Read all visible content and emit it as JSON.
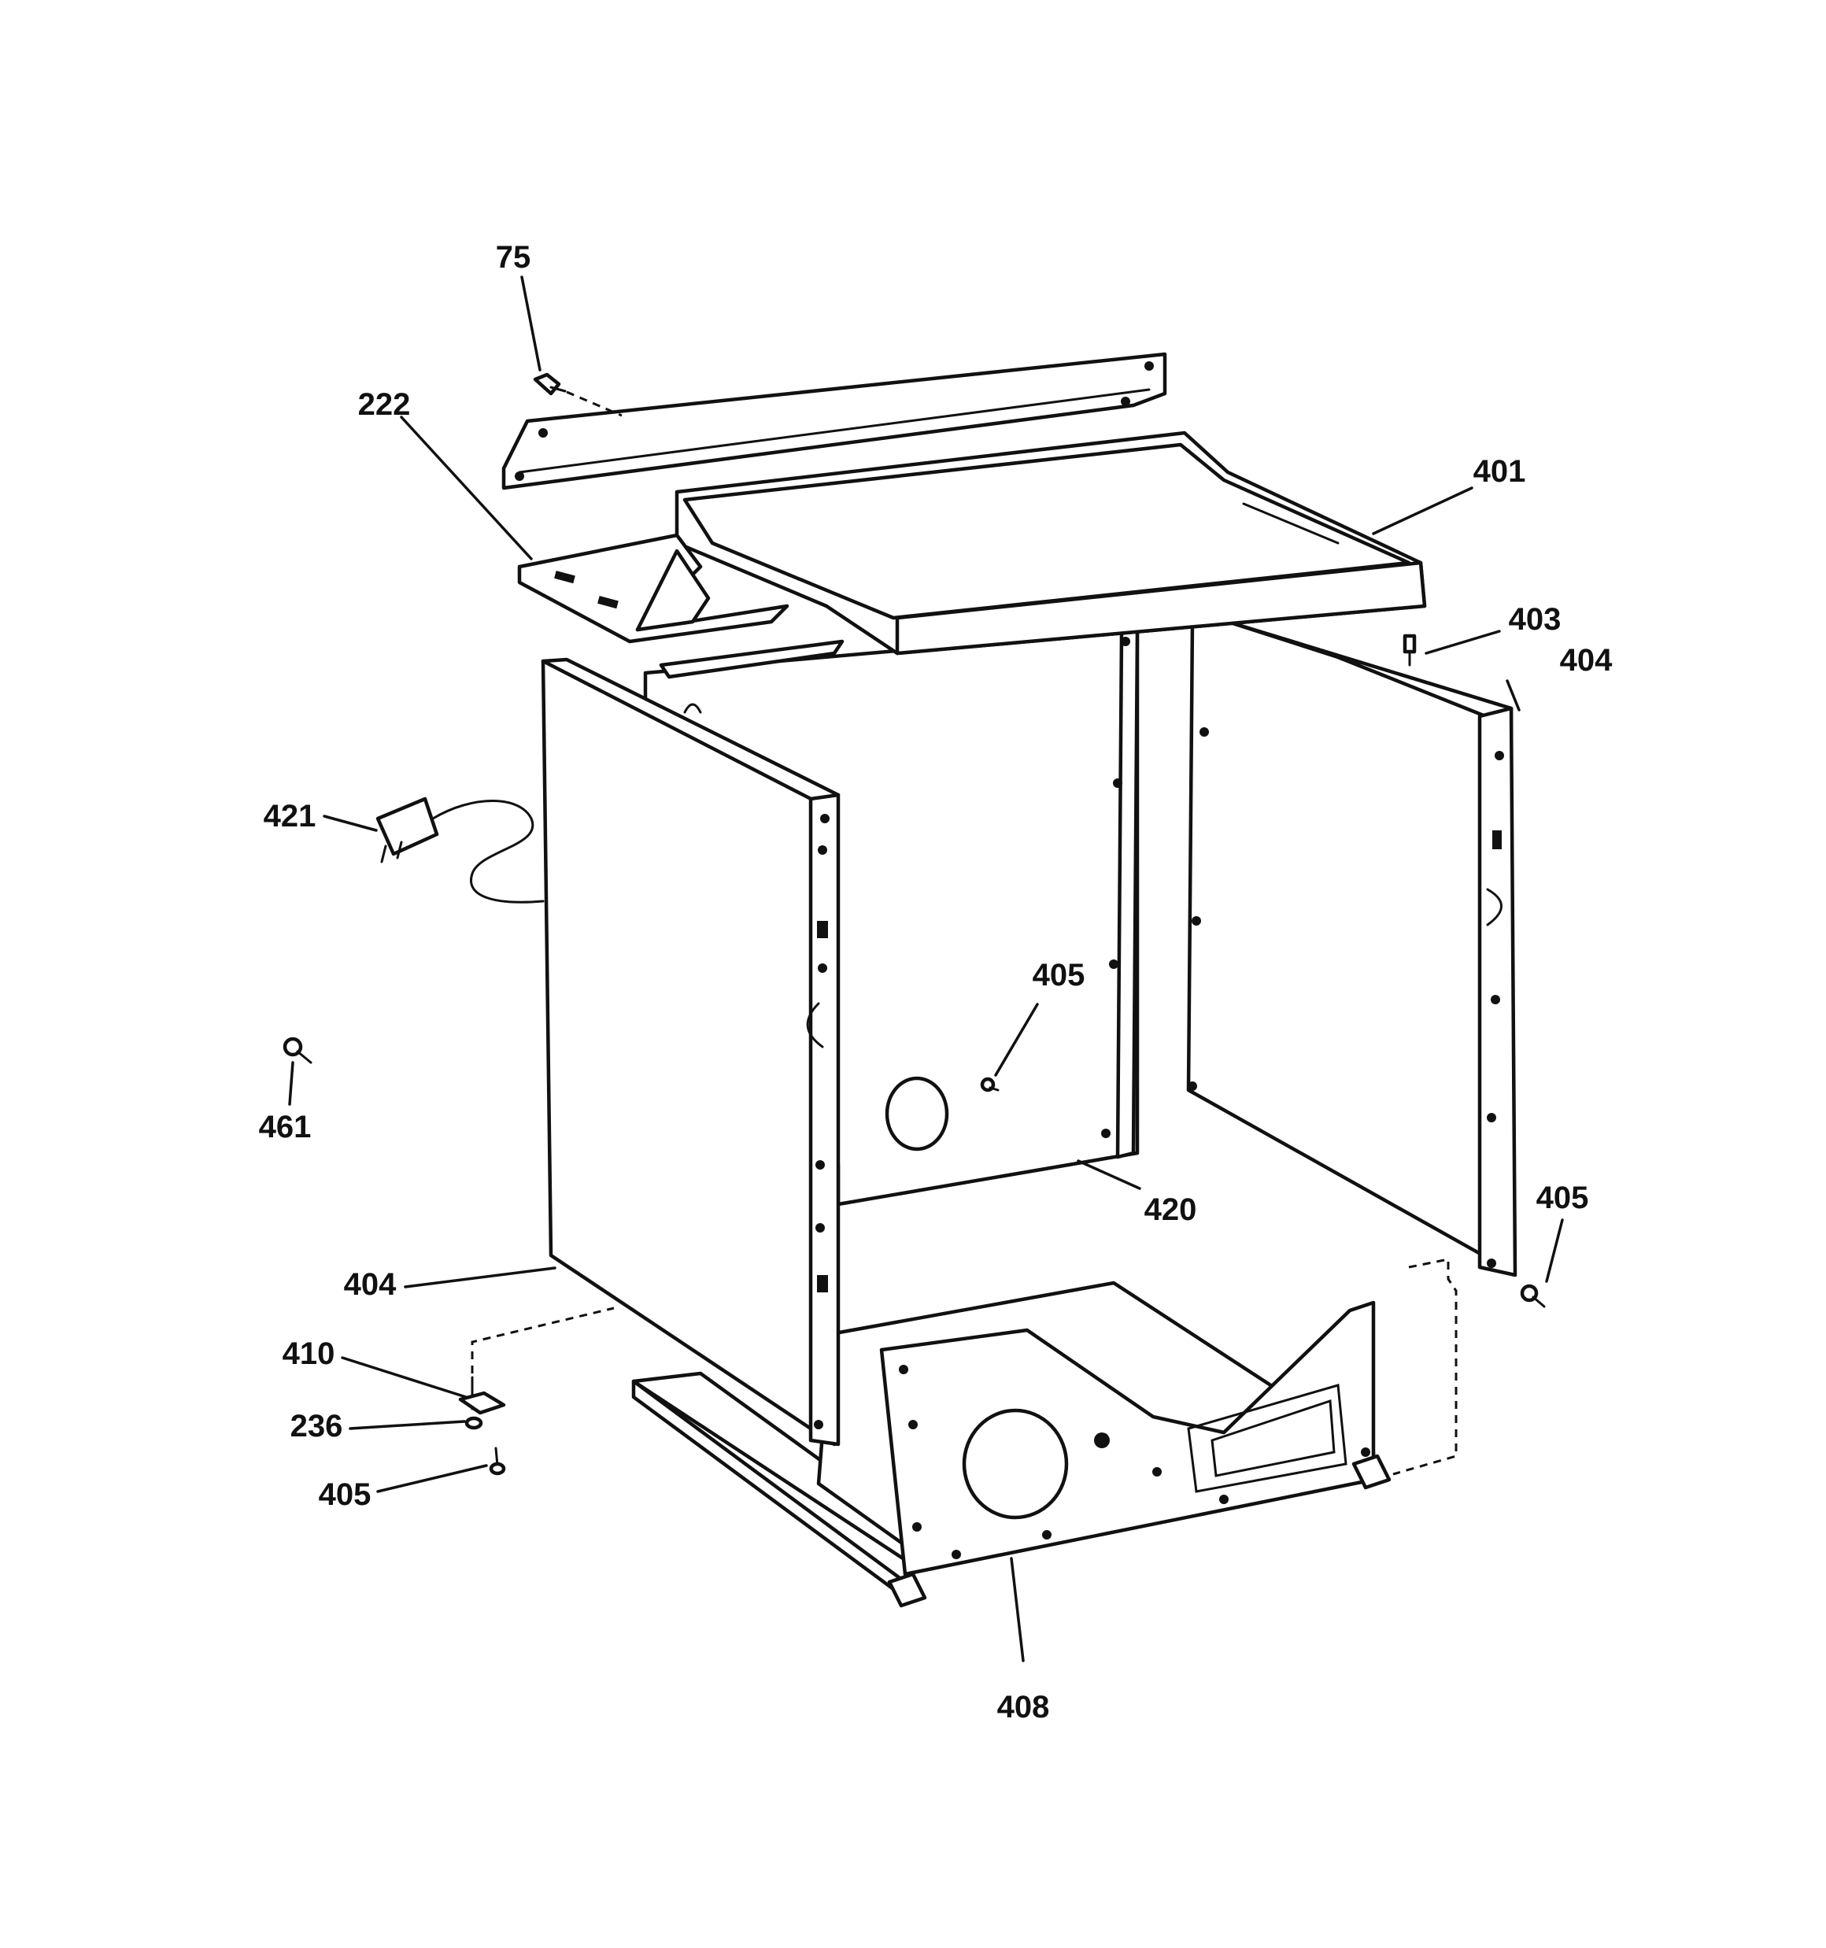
{
  "callouts": {
    "c75": "75",
    "c222": "222",
    "c401": "401",
    "c403": "403",
    "c404_right": "404",
    "c421": "421",
    "c405_center": "405",
    "c461": "461",
    "c420": "420",
    "c405_right": "405",
    "c404_left": "404",
    "c410": "410",
    "c236": "236",
    "c405_left": "405",
    "c408": "408"
  },
  "colors": {
    "line": "#111111",
    "background": "#ffffff"
  }
}
